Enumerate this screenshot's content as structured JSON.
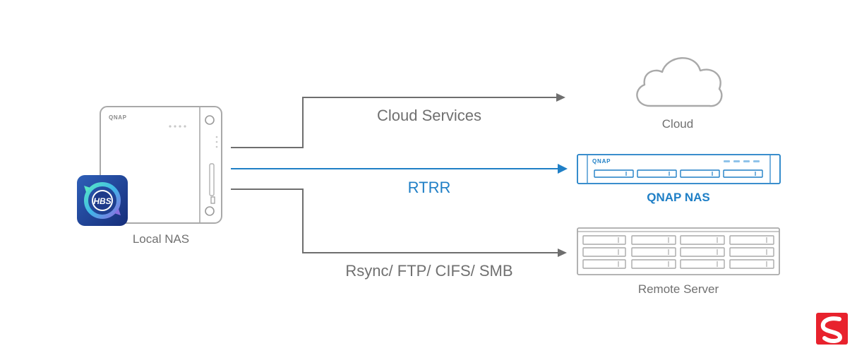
{
  "local_nas": {
    "brand": "QNAP",
    "label": "Local NAS",
    "app_badge": "HBS"
  },
  "connections": {
    "cloud_services": "Cloud Services",
    "rtrr": "RTRR",
    "rsync": "Rsync/ FTP/ CIFS/ SMB"
  },
  "destinations": {
    "cloud": "Cloud",
    "qnap_nas": "QNAP NAS",
    "qnap_nas_brand": "QNAP",
    "remote_server": "Remote Server"
  },
  "colors": {
    "gray_line": "#6e6e6e",
    "device_outline": "#a9a9a9",
    "accent_blue": "#1f7fc6",
    "label_gray": "#707070",
    "logo_red": "#e8222d",
    "hbs_bg": "#1f3f8f"
  },
  "icons": {
    "corner_logo": "s-logo-icon",
    "hbs": "hbs-sync-icon"
  }
}
